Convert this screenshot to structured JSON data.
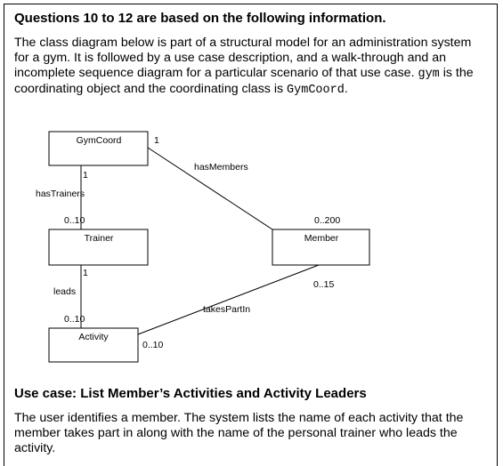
{
  "questions_heading": "Questions 10 to 12 are based on the following information.",
  "intro": {
    "part1": "The class diagram below is part of a structural model for an administration system for a gym. It is followed by a use case description, and a walk-through and an incomplete sequence diagram for a particular scenario of that use case. ",
    "code_gym": "gym",
    "part2": " is the coordinating object and the coordinating class is ",
    "code_class": "GymCoord",
    "part3": "."
  },
  "diagram": {
    "classes": {
      "gymcoord": "GymCoord",
      "trainer": "Trainer",
      "member": "Member",
      "activity": "Activity"
    },
    "associations": {
      "has_members": "hasMembers",
      "has_trainers": "hasTrainers",
      "leads": "leads",
      "takes_part_in": "takesPartIn"
    },
    "multiplicities": {
      "gymcoord_to_member": "1",
      "member_from_gymcoord": "0..200",
      "gymcoord_to_trainer": "1",
      "trainer_from_gymcoord": "0..10",
      "trainer_to_activity": "1",
      "activity_from_trainer": "0..10",
      "member_to_activity": "0..15",
      "activity_from_member": "0..10"
    }
  },
  "use_case_heading": "Use case: List Member’s Activities and Activity Leaders",
  "use_case_text": "The user identifies a member. The system lists the name of each activity that the member takes part in along with the name of the personal trainer who leads the activity."
}
